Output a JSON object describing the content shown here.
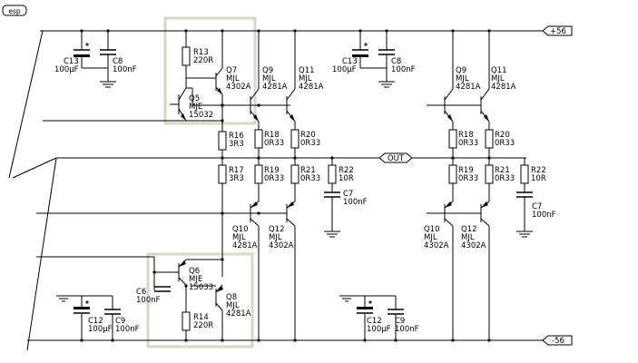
{
  "logo": {
    "text": "esp"
  },
  "rails": {
    "pos": "+56",
    "neg": "-56",
    "out": "OUT"
  },
  "labels": {
    "c13a": "C13",
    "c13a_v": "100µF",
    "c8a": "C8",
    "c8a_v": "100nF",
    "r13": "R13",
    "r13_v": "220R",
    "q7": "Q7",
    "q7_t": "MJL",
    "q7_p": "4302A",
    "q5": "Q5",
    "q5_t": "MJE",
    "q5_p": "15032",
    "q9a": "Q9",
    "q9a_t": "MJL",
    "q9a_p": "4281A",
    "q11a": "Q11",
    "q11a_t": "MJL",
    "q11a_p": "4281A",
    "c13b": "C13",
    "c13b_v": "100µF",
    "c8b": "C8",
    "c8b_v": "100nF",
    "q9b": "Q9",
    "q9b_t": "MJL",
    "q9b_p": "4281A",
    "q11b": "Q11",
    "q11b_t": "MJL",
    "q11b_p": "4281A",
    "r16": "R16",
    "r16_v": "3R3",
    "r18a": "R18",
    "r18a_v": "0R33",
    "r20a": "R20",
    "r20a_v": "0R33",
    "r18b": "R18",
    "r18b_v": "0R33",
    "r20b": "R20",
    "r20b_v": "0R33",
    "r17": "R17",
    "r17_v": "3R3",
    "r19a": "R19",
    "r19a_v": "0R33",
    "r21a": "R21",
    "r21a_v": "0R33",
    "r22a": "R22",
    "r22a_v": "10R",
    "c7a": "C7",
    "c7a_v": "100nF",
    "r19b": "R19",
    "r19b_v": "0R33",
    "r21b": "R21",
    "r21b_v": "0R33",
    "r22b": "R22",
    "r22b_v": "10R",
    "c7b": "C7",
    "c7b_v": "100nF",
    "q10a": "Q10",
    "q10a_t": "MJL",
    "q10a_p": "4281A",
    "q12a": "Q12",
    "q12a_t": "MJL",
    "q12a_p": "4302A",
    "q10b": "Q10",
    "q10b_t": "MJL",
    "q10b_p": "4302A",
    "q12b": "Q12",
    "q12b_t": "MJL",
    "q12b_p": "4302A",
    "q6": "Q6",
    "q6_t": "MJE",
    "q6_p": "15033",
    "c6": "C6",
    "c6_v": "100nF",
    "q8": "Q8",
    "q8_t": "MJL",
    "q8_p": "4281A",
    "r14": "R14",
    "r14_v": "220R",
    "c12a": "C12",
    "c12a_v": "100µF",
    "c9a": "C9",
    "c9a_v": "100nF",
    "c12b": "C12",
    "c12b_v": "100µF",
    "c9b": "C9",
    "c9b_v": "100nF"
  }
}
